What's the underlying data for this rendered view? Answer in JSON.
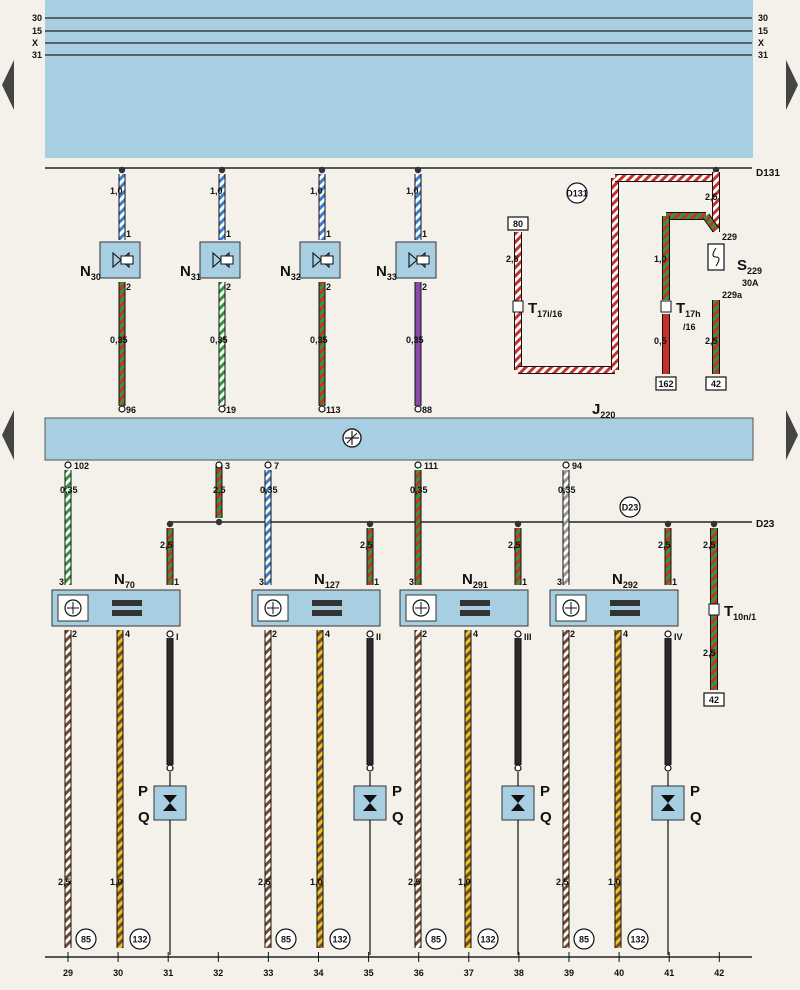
{
  "rails_top": [
    {
      "left": "30",
      "right": "30"
    },
    {
      "left": "15",
      "right": "15"
    },
    {
      "left": "X",
      "right": "X"
    },
    {
      "left": "31",
      "right": "31"
    }
  ],
  "bus_labels": {
    "d131": "D131",
    "d23": "D23"
  },
  "d131_circle": "D131",
  "d23_circle": "D23",
  "j220": {
    "name": "J",
    "sub": "220"
  },
  "s229": {
    "name": "S",
    "sub": "229",
    "rating": "30A",
    "pin_in": "229",
    "pin_out": "229a",
    "wire_top": "2,5",
    "wire_bot": "2,5",
    "target": "42"
  },
  "t17i": {
    "name": "T",
    "sub": "17i/16",
    "from": "80",
    "wire": "2,5"
  },
  "t17h": {
    "name": "T",
    "sub": "17h",
    "sub2": "/16",
    "wire_top": "1,0",
    "wire_bot": "0,5",
    "target": "162"
  },
  "t10n": {
    "name": "T",
    "sub": "10n/1",
    "wire_top": "2,5",
    "wire_bot": "2,5",
    "target": "42"
  },
  "upper_valves": [
    {
      "name": "N",
      "sub": "30",
      "wire_top": "1,0",
      "pin1": "1",
      "pin2": "2",
      "wire_bot": "0,35",
      "j_pin": "96"
    },
    {
      "name": "N",
      "sub": "31",
      "wire_top": "1,0",
      "pin1": "1",
      "pin2": "2",
      "wire_bot": "0,35",
      "j_pin": "19"
    },
    {
      "name": "N",
      "sub": "32",
      "wire_top": "1,0",
      "pin1": "1",
      "pin2": "2",
      "wire_bot": "0,35",
      "j_pin": "113"
    },
    {
      "name": "N",
      "sub": "33",
      "wire_top": "1,0",
      "pin1": "1",
      "pin2": "2",
      "wire_bot": "0,35",
      "j_pin": "88"
    }
  ],
  "lower_modules": [
    {
      "name": "N",
      "sub": "70",
      "in_pin": "102",
      "in_wire": "0,35",
      "supply_wire": "2,5",
      "p3": "3",
      "p1": "1",
      "p2": "2",
      "p4": "4",
      "roman": "I",
      "w2": "2,5",
      "w4": "1,0",
      "c85": "85",
      "c132": "132"
    },
    {
      "name": "N",
      "sub": "127",
      "in_pin": "7",
      "in_wire": "0,35",
      "supply_wire": "2,5",
      "p3": "3",
      "p1": "1",
      "p2": "2",
      "p4": "4",
      "roman": "II",
      "w2": "2,5",
      "w4": "1,0",
      "c85": "85",
      "c132": "132"
    },
    {
      "name": "N",
      "sub": "291",
      "in_pin": "111",
      "in_wire": "0,35",
      "supply_wire": "2,5",
      "p3": "3",
      "p1": "1",
      "p2": "2",
      "p4": "4",
      "roman": "III",
      "w2": "2,5",
      "w4": "1,0",
      "c85": "85",
      "c132": "132"
    },
    {
      "name": "N",
      "sub": "292",
      "in_pin": "94",
      "in_wire": "0,35",
      "supply_wire": "2,5",
      "p3": "3",
      "p1": "1",
      "p2": "2",
      "p4": "4",
      "roman": "IV",
      "w2": "2,5",
      "w4": "1,0",
      "c85": "85",
      "c132": "132"
    }
  ],
  "j220_pin3": {
    "pin": "3",
    "wire": "2,5"
  },
  "pq": {
    "p": "P",
    "q": "Q"
  },
  "bottom_numbers": [
    "29",
    "30",
    "31",
    "32",
    "33",
    "34",
    "35",
    "36",
    "37",
    "38",
    "39",
    "40",
    "41",
    "42"
  ],
  "colors": {
    "band": "#a8cfe1",
    "red": "#c8302c",
    "green": "#2f9a3a",
    "blue": "#3b7fd0",
    "brown": "#7a4a2a",
    "yellow": "#e8c81e",
    "violet": "#8a4aa8",
    "grey": "#9a9a9a",
    "black": "#2a2a2a"
  }
}
